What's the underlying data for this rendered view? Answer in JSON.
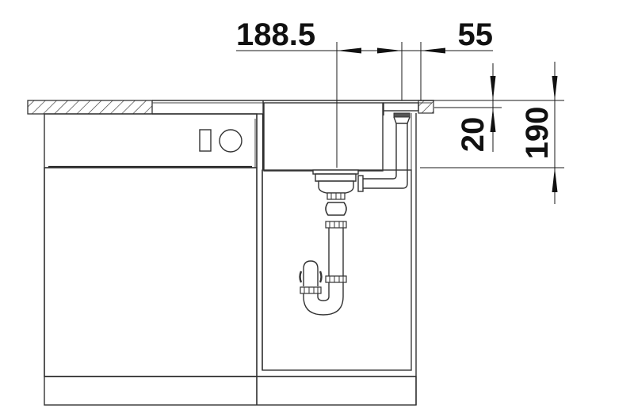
{
  "diagram": {
    "title": "Sink installation dimension drawing",
    "colors": {
      "line": "#333333",
      "text": "#111111",
      "background": "#ffffff"
    },
    "dimensions": {
      "horizontal_left": {
        "value": "188.5",
        "description": "distance from counter edge to drain centre"
      },
      "horizontal_right": {
        "value": "55",
        "description": "overflow offset"
      },
      "vertical_small": {
        "value": "20",
        "description": "countertop thickness"
      },
      "vertical_large": {
        "value": "190",
        "description": "basin depth"
      }
    },
    "components": [
      "countertop-hatched-section",
      "dishwasher-front-panel",
      "dishwasher-control-panel",
      "sink-base-cabinet",
      "sink-basin",
      "drain-strainer",
      "overflow-pipe",
      "p-trap-siphon",
      "plinth"
    ]
  }
}
